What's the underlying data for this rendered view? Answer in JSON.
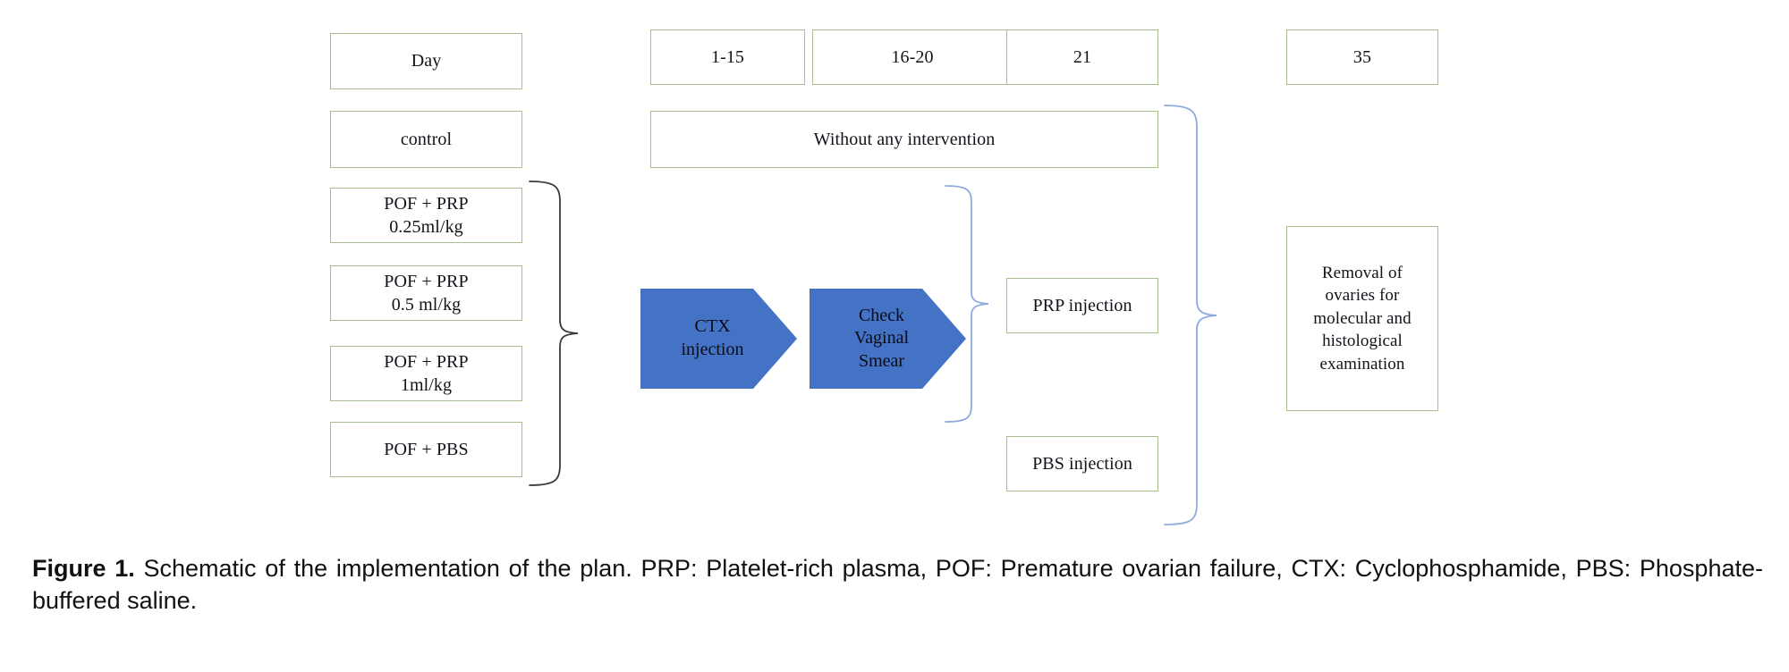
{
  "figure": {
    "timeline_header": {
      "label": "Day"
    },
    "timeline_days": [
      {
        "label": "1-15"
      },
      {
        "label": "16-20"
      },
      {
        "label": "21"
      },
      {
        "label": "35"
      }
    ],
    "groups_header": {
      "label": "control"
    },
    "no_intervention": {
      "label": "Without any intervention"
    },
    "treatment_groups": [
      {
        "label": "POF + PRP\n0.25ml/kg"
      },
      {
        "label": "POF + PRP\n0.5 ml/kg"
      },
      {
        "label": "POF + PRP\n1ml/kg"
      },
      {
        "label": "POF + PBS"
      }
    ],
    "process_steps": [
      {
        "label": "CTX\ninjection"
      },
      {
        "label": "Check\nVaginal\nSmear"
      }
    ],
    "interventions": [
      {
        "label": "PRP injection"
      },
      {
        "label": "PBS injection"
      }
    ],
    "endpoint": {
      "label": "Removal of\novaries for\nmolecular and\nhistological\nexamination"
    },
    "colors": {
      "box_border": "#A9BE8E",
      "arrow_fill": "#4472C4",
      "brace_blue": "#8FAADC",
      "brace_black": "#3A3A3A",
      "text": "#12121A"
    },
    "connectors": [
      {
        "name": "treatment-groups-brace",
        "style": "black-curly-brace"
      },
      {
        "name": "prp-injection-brace",
        "style": "blue-curly-brace"
      },
      {
        "name": "endpoint-brace",
        "style": "blue-curly-brace"
      }
    ]
  },
  "caption": {
    "label": "Figure 1.",
    "text": " Schematic of the implementation of the plan. PRP: Platelet-rich plasma, POF: Premature ovarian failure, CTX: Cyclophosphamide, PBS: Phosphate-buffered saline."
  }
}
